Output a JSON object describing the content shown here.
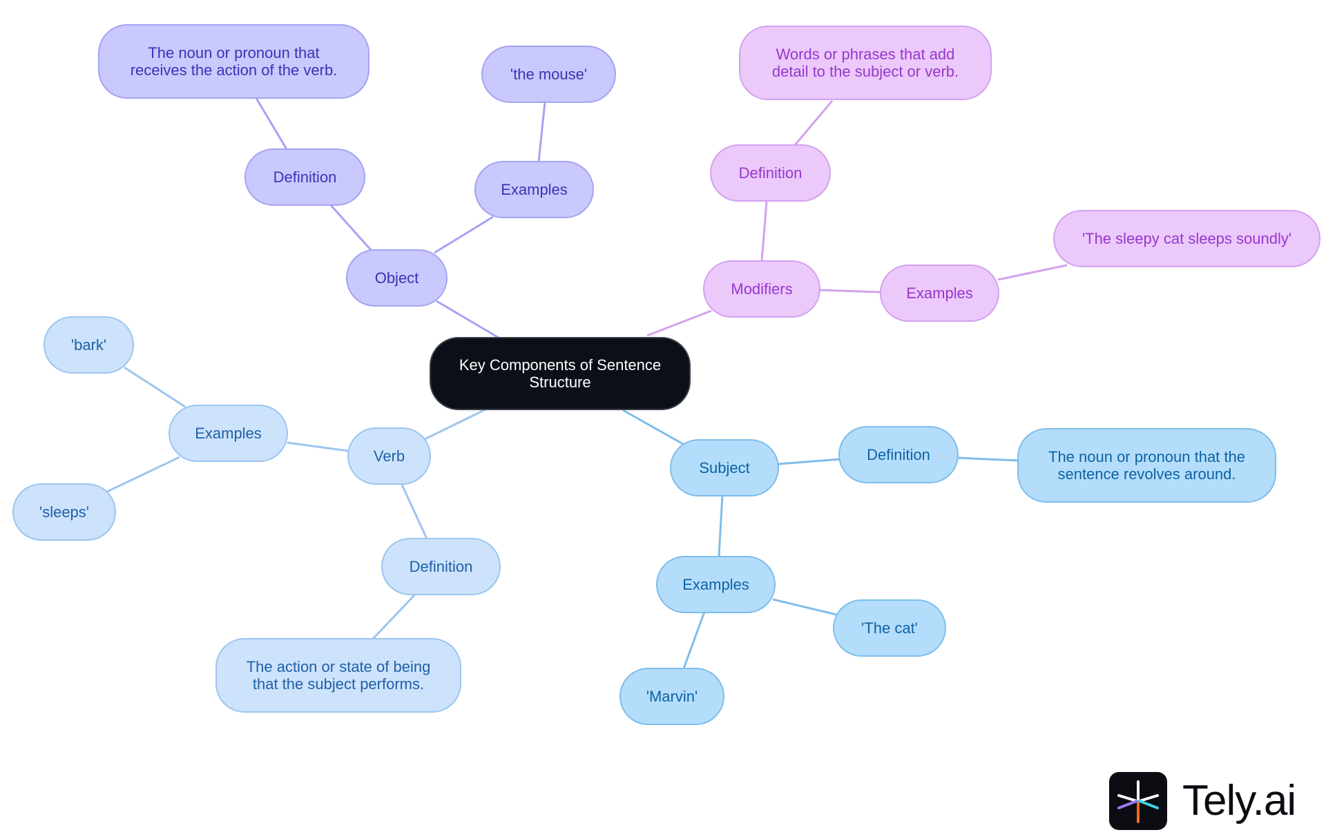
{
  "root": {
    "label": "Key Components of Sentence\nStructure"
  },
  "object": {
    "label": "Object",
    "definition_label": "Definition",
    "definition_text": "The noun or pronoun that\nreceives the action of the verb.",
    "examples_label": "Examples",
    "example_1": "'the mouse'"
  },
  "modifiers": {
    "label": "Modifiers",
    "definition_label": "Definition",
    "definition_text": "Words or phrases that add\ndetail to the subject or verb.",
    "examples_label": "Examples",
    "example_1": "'The sleepy cat sleeps soundly'"
  },
  "verb": {
    "label": "Verb",
    "examples_label": "Examples",
    "example_1": "'bark'",
    "example_2": "'sleeps'",
    "definition_label": "Definition",
    "definition_text": "The action or state of being\nthat the subject performs."
  },
  "subject": {
    "label": "Subject",
    "definition_label": "Definition",
    "definition_text": "The noun or pronoun that the\nsentence revolves around.",
    "examples_label": "Examples",
    "example_1": "'The cat'",
    "example_2": "'Marvin'"
  },
  "branch_colors": {
    "object": "#a6a3f2",
    "modifiers": "#d3a2ef",
    "verb": "#9cc5ef",
    "subject": "#7fbdea"
  },
  "logo": {
    "text": "Tely.ai",
    "icon": "tely-logo-icon"
  }
}
